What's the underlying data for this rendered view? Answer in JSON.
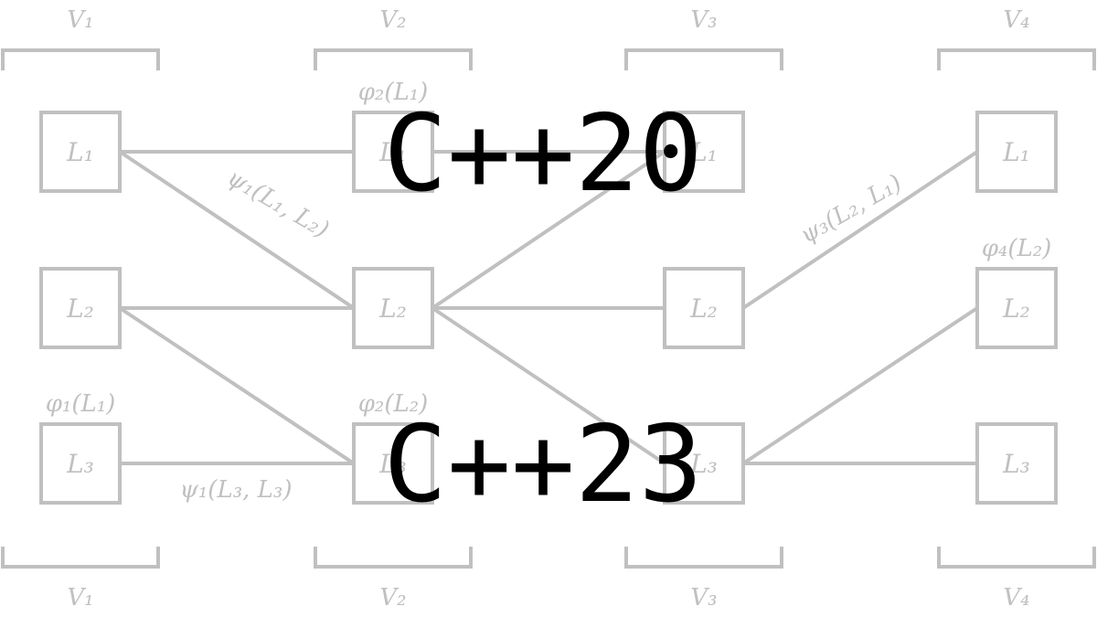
{
  "groups": [
    {
      "label": "V₁"
    },
    {
      "label": "V₂"
    },
    {
      "label": "V₃"
    },
    {
      "label": "V₄"
    }
  ],
  "nodes": [
    {
      "label": "L₁",
      "annotation": ""
    },
    {
      "label": "L₂",
      "annotation": ""
    },
    {
      "label": "L₃",
      "annotation": "φ₁(L₁)"
    },
    {
      "label": "L₁",
      "annotation": "φ₂(L₁)"
    },
    {
      "label": "L₂",
      "annotation": ""
    },
    {
      "label": "L₃",
      "annotation": "φ₂(L₂)"
    },
    {
      "label": "L₁",
      "annotation": ""
    },
    {
      "label": "L₂",
      "annotation": ""
    },
    {
      "label": "L₃",
      "annotation": ""
    },
    {
      "label": "L₁",
      "annotation": ""
    },
    {
      "label": "L₂",
      "annotation": "φ₄(L₂)"
    },
    {
      "label": "L₃",
      "annotation": ""
    }
  ],
  "edges": [
    {
      "from": 0,
      "to": 3,
      "label": ""
    },
    {
      "from": 0,
      "to": 4,
      "label": "ψ₁(L₁, L₂)"
    },
    {
      "from": 1,
      "to": 4,
      "label": ""
    },
    {
      "from": 1,
      "to": 5,
      "label": ""
    },
    {
      "from": 2,
      "to": 5,
      "label": "ψ₁(L₃, L₃)"
    },
    {
      "from": 3,
      "to": 6,
      "label": ""
    },
    {
      "from": 4,
      "to": 6,
      "label": ""
    },
    {
      "from": 4,
      "to": 7,
      "label": ""
    },
    {
      "from": 4,
      "to": 8,
      "label": ""
    },
    {
      "from": 7,
      "to": 9,
      "label": "ψ₃(L₂, L₁)"
    },
    {
      "from": 8,
      "to": 10,
      "label": ""
    },
    {
      "from": 8,
      "to": 11,
      "label": ""
    }
  ],
  "overlay": {
    "top_text": "C++20",
    "bottom_text": "C++23"
  },
  "colors": {
    "diagram": "#c0c0c0",
    "overlay_text": "#000000",
    "background": "#ffffff"
  }
}
